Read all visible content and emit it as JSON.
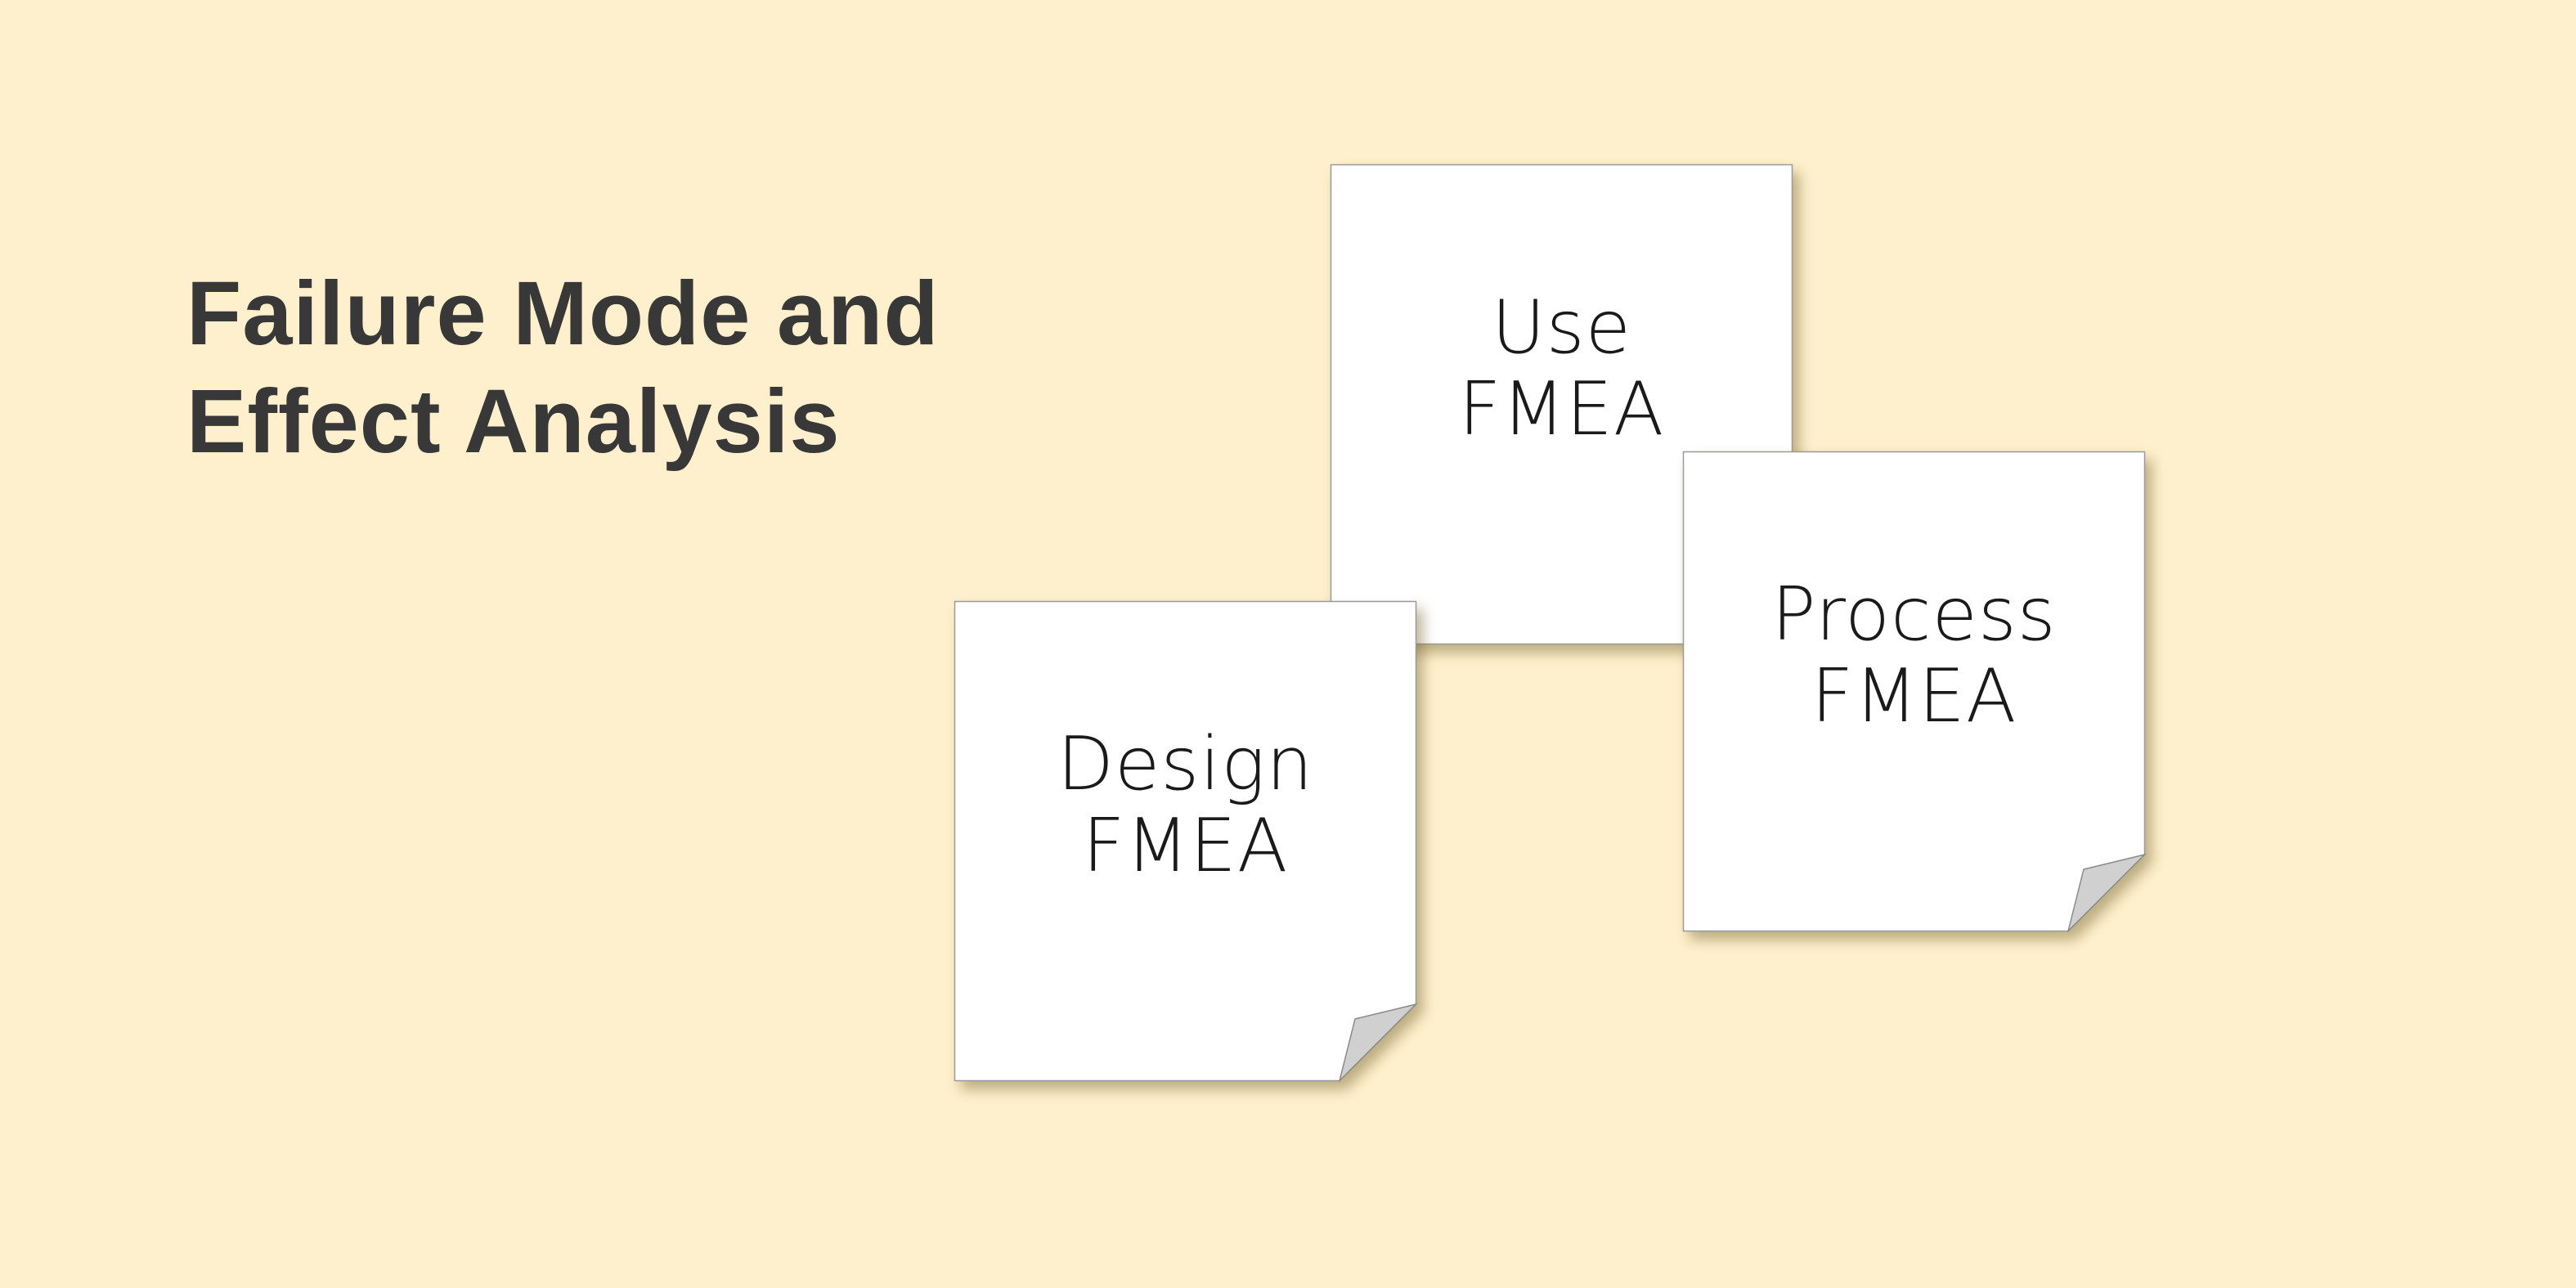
{
  "title": {
    "line1": "Failure Mode and",
    "line2": "Effect Analysis"
  },
  "notes": [
    {
      "line1": "Use",
      "line2": "FMEA"
    },
    {
      "line1": "Process",
      "line2": "FMEA"
    },
    {
      "line1": "Design",
      "line2": "FMEA"
    }
  ],
  "colors": {
    "background": "#fef0cc",
    "title": "#383838",
    "note": "#ffffff",
    "fold": "#d0d0d0"
  }
}
